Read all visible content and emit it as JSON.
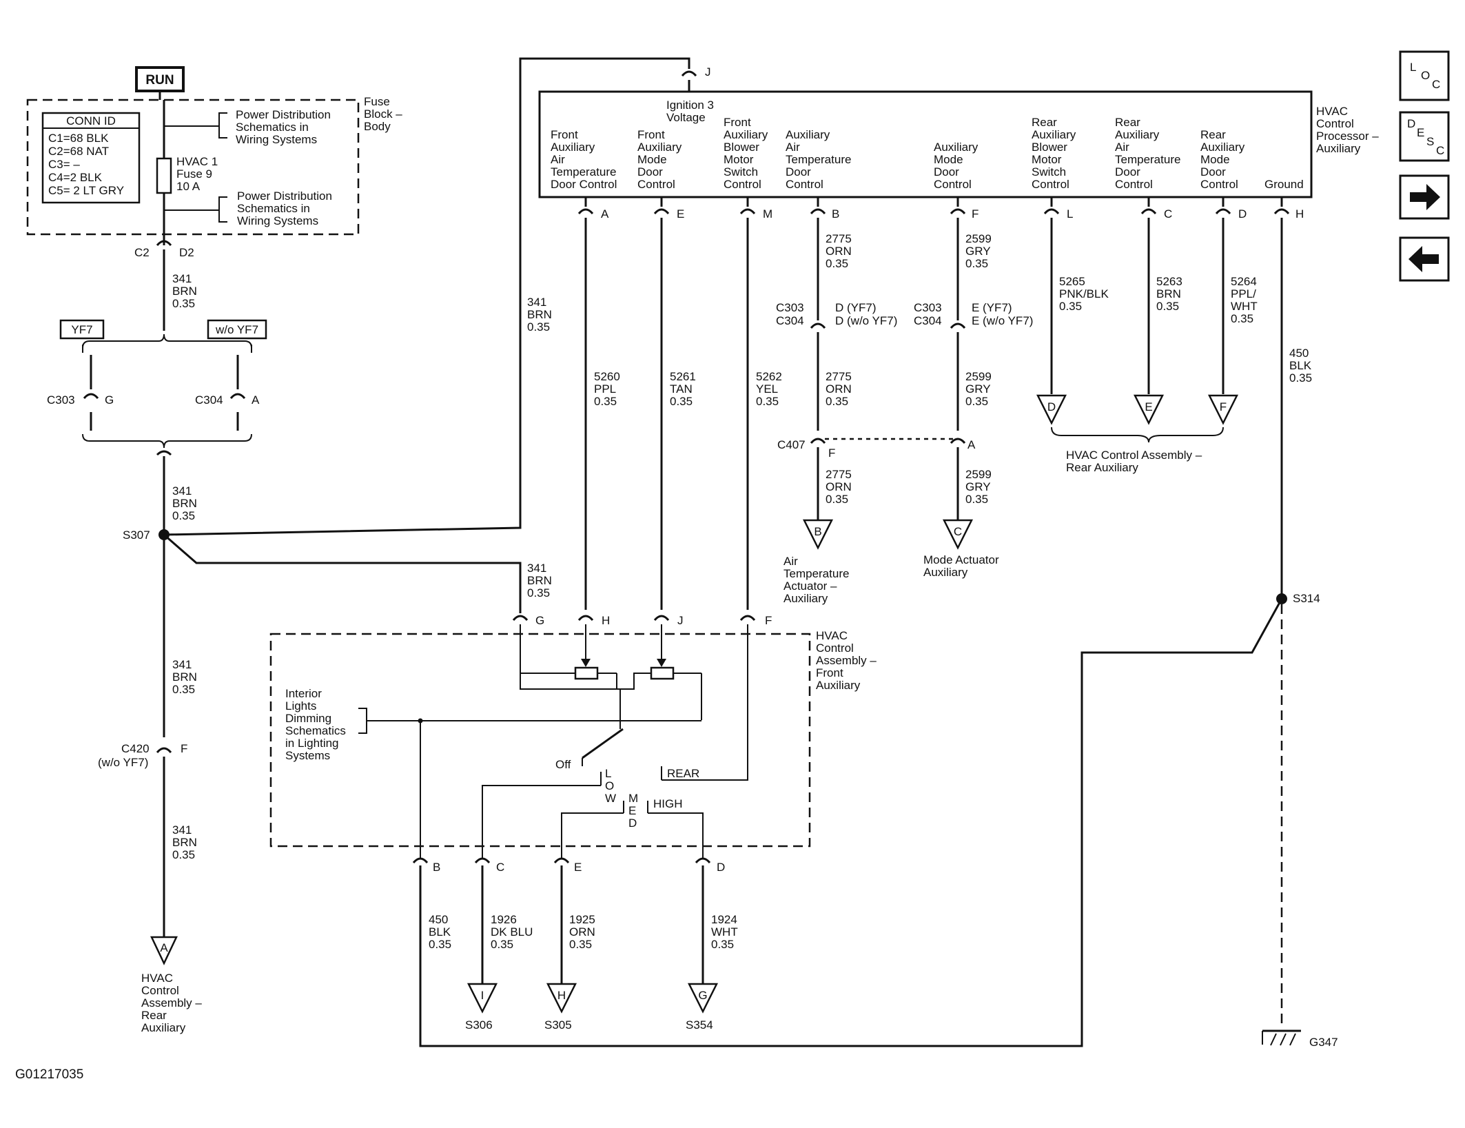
{
  "diagram_id": "G01217035",
  "power": {
    "run_label": "RUN"
  },
  "fuse_block": {
    "label": [
      "Fuse",
      "Block –",
      "Body"
    ],
    "conn_id_title": "CONN ID",
    "conn_ids": [
      "C1=68 BLK",
      "C2=68 NAT",
      "C3= –",
      "C4=2 BLK",
      "C5= 2 LT GRY"
    ],
    "ref_top": [
      "Power Distribution",
      "Schematics in",
      "Wiring Systems"
    ],
    "ref_bottom": [
      "Power Distribution",
      "Schematics in",
      "Wiring Systems"
    ],
    "fuse": [
      "HVAC 1",
      "Fuse 9",
      "10 A"
    ],
    "conn_c2": "C2",
    "conn_d2": "D2"
  },
  "left_column": {
    "wire_341_a": [
      "341",
      "BRN",
      "0.35"
    ],
    "opt_yf7": "YF7",
    "opt_wo_yf7": "w/o YF7",
    "c303": "C303",
    "c303_pin": "G",
    "c304": "C304",
    "c304_pin": "A",
    "wire_341_b": [
      "341",
      "BRN",
      "0.35"
    ],
    "s307": "S307",
    "wire_341_c": [
      "341",
      "BRN",
      "0.35"
    ],
    "c420": "C420",
    "c420_pin": "F",
    "c420_note": "(w/o YF7)",
    "wire_341_d": [
      "341",
      "BRN",
      "0.35"
    ],
    "offpage_a": "A",
    "offpage_a_label": [
      "HVAC",
      "Control",
      "Assembly –",
      "Rear",
      "Auxiliary"
    ]
  },
  "processor": {
    "title": [
      "HVAC",
      "Control",
      "Processor –",
      "Auxiliary"
    ],
    "ignition_label": [
      "Ignition 3",
      "Voltage"
    ],
    "ignition_pin": "J",
    "wire_341_top": [
      "341",
      "BRN",
      "0.35"
    ],
    "columns": [
      {
        "label": [
          "Front",
          "Auxiliary",
          "Air",
          "Temperature",
          "Door Control"
        ],
        "pin": "A"
      },
      {
        "label": [
          "Front",
          "Auxiliary",
          "Mode",
          "Door",
          "Control"
        ],
        "pin": "E"
      },
      {
        "label": [
          "Front",
          "Auxiliary",
          "Blower",
          "Motor",
          "Switch",
          "Control"
        ],
        "pin": "M"
      },
      {
        "label": [
          "Auxiliary",
          "Air",
          "Temperature",
          "Door",
          "Control"
        ],
        "pin": "B"
      },
      {
        "label": [
          "Auxiliary",
          "Mode",
          "Door",
          "Control"
        ],
        "pin": "F"
      },
      {
        "label": [
          "Rear",
          "Auxiliary",
          "Blower",
          "Motor",
          "Switch",
          "Control"
        ],
        "pin": "L"
      },
      {
        "label": [
          "Rear",
          "Auxiliary",
          "Air",
          "Temperature",
          "Door",
          "Control"
        ],
        "pin": "C"
      },
      {
        "label": [
          "Rear",
          "Auxiliary",
          "Mode",
          "Door",
          "Control"
        ],
        "pin": "D"
      },
      {
        "label": [
          "Ground"
        ],
        "pin": "H"
      }
    ]
  },
  "wires": {
    "w5260": [
      "5260",
      "PPL",
      "0.35"
    ],
    "w5261": [
      "5261",
      "TAN",
      "0.35"
    ],
    "w5262": [
      "5262",
      "YEL",
      "0.35"
    ],
    "w2775_a": [
      "2775",
      "ORN",
      "0.35"
    ],
    "w2775_b": [
      "2775",
      "ORN",
      "0.35"
    ],
    "w2775_c": [
      "2775",
      "ORN",
      "0.35"
    ],
    "w2599_a": [
      "2599",
      "GRY",
      "0.35"
    ],
    "w2599_b": [
      "2599",
      "GRY",
      "0.35"
    ],
    "w2599_c": [
      "2599",
      "GRY",
      "0.35"
    ],
    "w5265": [
      "5265",
      "PNK/BLK",
      "0.35"
    ],
    "w5263": [
      "5263",
      "BRN",
      "0.35"
    ],
    "w5264": [
      "5264",
      "PPL/",
      "WHT",
      "0.35"
    ],
    "w450_top": [
      "450",
      "BLK",
      "0.35"
    ],
    "w341_mid": [
      "341",
      "BRN",
      "0.35"
    ],
    "w450_bot": [
      "450",
      "BLK",
      "0.35"
    ],
    "w1926": [
      "1926",
      "DK BLU",
      "0.35"
    ],
    "w1925": [
      "1925",
      "ORN",
      "0.35"
    ],
    "w1924": [
      "1924",
      "WHT",
      "0.35"
    ]
  },
  "connectors": {
    "c303_d": [
      "C303",
      "D (YF7)"
    ],
    "c304_d": [
      "C304",
      "D (w/o YF7)"
    ],
    "c303_e": [
      "C303",
      "E (YF7)"
    ],
    "c304_e": [
      "C304",
      "E (w/o YF7)"
    ],
    "c407": "C407",
    "c407_f": "F",
    "c407_a": "A",
    "s314": "S314",
    "g347": "G347"
  },
  "offpage": {
    "b": {
      "letter": "B",
      "label": [
        "Air",
        "Temperature",
        "Actuator –",
        "Auxiliary"
      ]
    },
    "c": {
      "letter": "C",
      "label": [
        "Mode Actuator",
        "Auxiliary"
      ]
    },
    "d": "D",
    "e": "E",
    "f": "F",
    "rear_group_label": [
      "HVAC Control Assembly –",
      "Rear Auxiliary"
    ],
    "i": {
      "letter": "I",
      "label": "S306"
    },
    "h": {
      "letter": "H",
      "label": "S305"
    },
    "g": {
      "letter": "G",
      "label": "S354"
    }
  },
  "front_assembly": {
    "title": [
      "HVAC",
      "Control",
      "Assembly –",
      "Front",
      "Auxiliary"
    ],
    "dimming_ref": [
      "Interior",
      "Lights",
      "Dimming",
      "Schematics",
      "in Lighting",
      "Systems"
    ],
    "pin_g": "G",
    "pin_h": "H",
    "pin_j": "J",
    "pin_f": "F",
    "switch_off": "Off",
    "switch_low": [
      "L",
      "O",
      "W"
    ],
    "switch_med": [
      "M",
      "E",
      "D"
    ],
    "switch_high": "HIGH",
    "switch_rear": "REAR",
    "pin_b": "B",
    "pin_c": "C",
    "pin_e": "E",
    "pin_d": "D"
  },
  "nav": {
    "loc": [
      "L",
      "O",
      "C"
    ],
    "desc": [
      "D",
      "E",
      "S",
      "C"
    ],
    "next_icon": "arrow-right-icon",
    "prev_icon": "arrow-left-icon"
  }
}
